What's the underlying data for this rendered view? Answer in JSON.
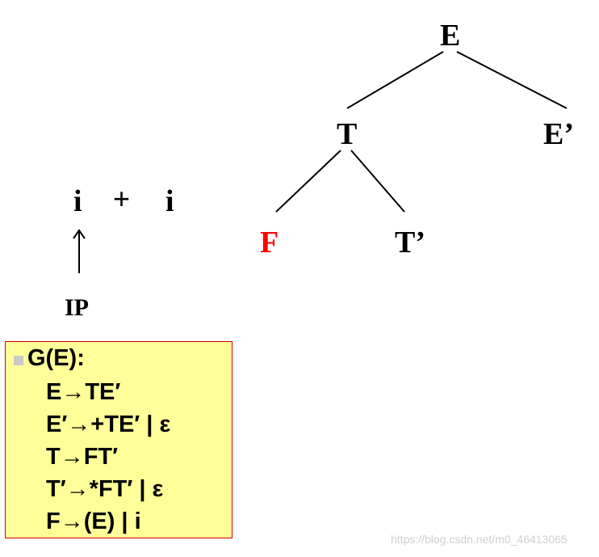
{
  "colors": {
    "highlight": "#ff0000",
    "text": "#000000",
    "box_fill": "#ffff99",
    "box_border": "#d40000",
    "watermark": "#d0d0d0"
  },
  "tree": {
    "nodes": {
      "E": "E",
      "T": "T",
      "E_prime": "E’",
      "F": "F",
      "T_prime": "T’"
    },
    "current_node": "F"
  },
  "input": {
    "tokens": [
      "i",
      "+",
      "i"
    ],
    "pointer_label": "IP",
    "pointer_index": 0
  },
  "grammar": {
    "title": "G(E):",
    "rules": [
      "E→TE′",
      "E′→+TE′ | ε",
      "T→FT′",
      "T′→*FT′ | ε",
      "F→(E) | i"
    ]
  },
  "watermark": "https://blog.csdn.net/m0_46413065"
}
